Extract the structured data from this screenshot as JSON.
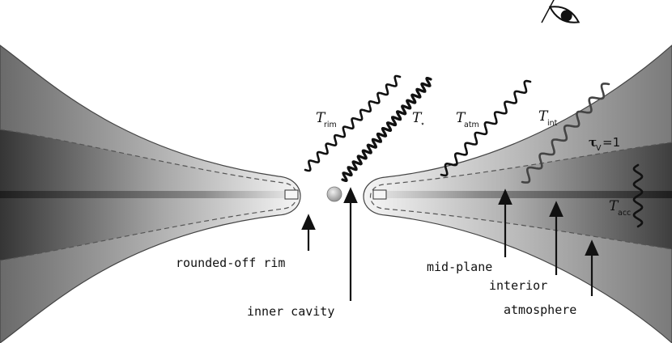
{
  "labels": {
    "rounded_rim": "rounded-off rim",
    "inner_cavity": "inner cavity",
    "mid_plane": "mid-plane",
    "interior": "interior",
    "atmosphere": "atmosphere"
  },
  "temperatures": {
    "t_rim": {
      "symbol": "T",
      "sub": "rim"
    },
    "t_star": {
      "symbol": "T",
      "sub": "⋆"
    },
    "t_atm": {
      "symbol": "T",
      "sub": "atm"
    },
    "t_int": {
      "symbol": "T",
      "sub": "int"
    },
    "t_acc": {
      "symbol": "T",
      "sub": "acc"
    }
  },
  "tau": {
    "symbol": "τ",
    "sub": "V",
    "value": "=1"
  },
  "colors": {
    "outer_dark": "#3a3a3a",
    "midplane_band": "#333333",
    "light": "#f2f2f2"
  }
}
